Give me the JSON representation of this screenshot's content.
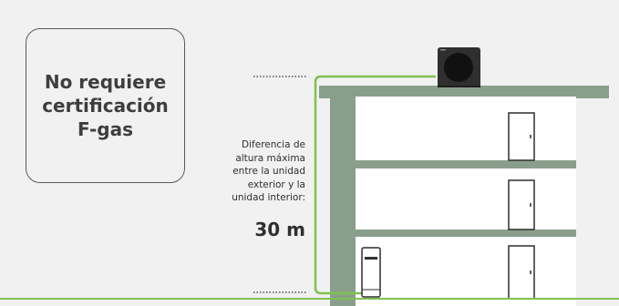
{
  "badge": {
    "line1": "No requiere",
    "line2": "certificación",
    "line3": "F-gas"
  },
  "height_note": {
    "line1": "Diferencia de",
    "line2": "altura máxima",
    "line3": "entre la unidad",
    "line4": "exterior y la",
    "line5": "unidad interior:"
  },
  "height_value": "30 m",
  "colors": {
    "background": "#f1f1f1",
    "building": "#8a9e8c",
    "pipe": "#7ec250",
    "floor": "#ffffff"
  },
  "icons": [
    "heat-pump-outdoor-unit-icon",
    "indoor-unit-icon",
    "door-icon"
  ]
}
